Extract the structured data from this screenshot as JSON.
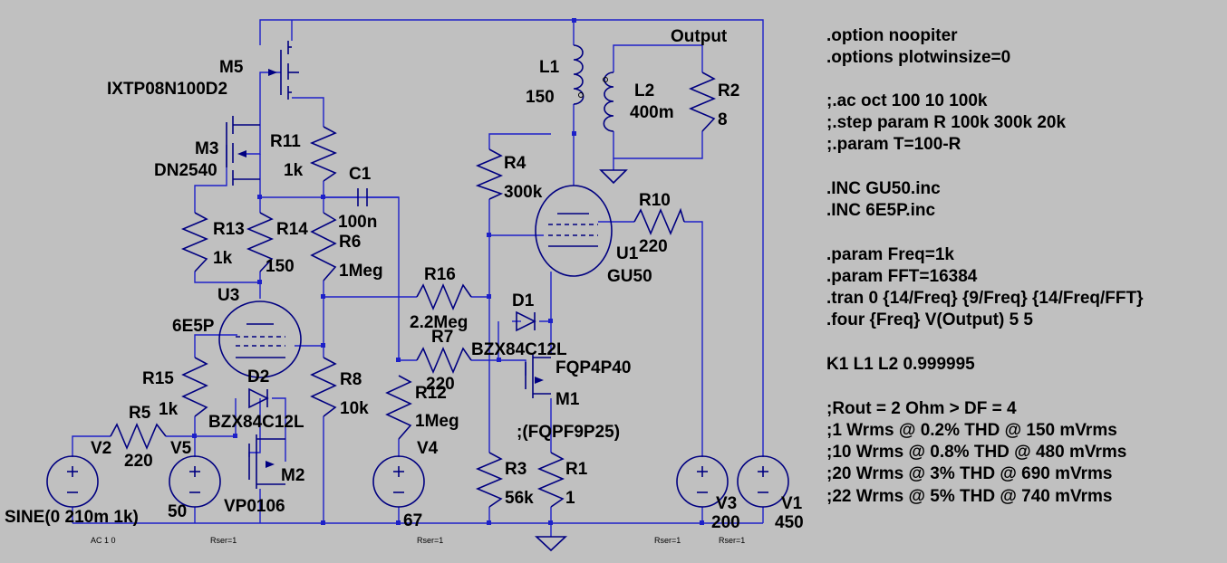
{
  "labels": {
    "output": "Output",
    "m5_name": "M5",
    "m5_value": "IXTP08N100D2",
    "m3_name": "M3",
    "m3_value": "DN2540",
    "r11_name": "R11",
    "r11_value": "1k",
    "c1_name": "C1",
    "c1_value": "100n",
    "r13_name": "R13",
    "r13_value": "1k",
    "r14_name": "R14",
    "r14_value": "150",
    "r6_name": "R6",
    "r6_value": "1Meg",
    "u3_name": "U3",
    "u3_value": "6E5P",
    "r16_name": "R16",
    "r16_value": "2.2Meg",
    "d1_name": "D1",
    "d1_value": "BZX84C12L",
    "r7_name": "R7",
    "r7_value": "220",
    "r15_name": "R15",
    "r15_value": "1k",
    "d2_name": "D2",
    "d2_value": "BZX84C12L",
    "r8_name": "R8",
    "r8_value": "10k",
    "r12_name": "R12",
    "r12_value": "1Meg",
    "r5_name": "R5",
    "r5_value": "220",
    "v2_name": "V2",
    "v2_value": "SINE(0 210m 1k)",
    "v2_ac": "AC 1 0",
    "v5_name": "V5",
    "v5_value": "50",
    "m2_name": "M2",
    "m2_value": "VP0106",
    "v4_name": "V4",
    "v4_value": "67",
    "l1_name": "L1",
    "l1_value": "150",
    "l2_name": "L2",
    "l2_value": "400m",
    "r2_name": "R2",
    "r2_value": "8",
    "r4_name": "R4",
    "r4_value": "300k",
    "r10_name": "R10",
    "r10_value": "220",
    "u1_name": "U1",
    "u1_value": "GU50",
    "m1_name": "M1",
    "m1_value": "FQP4P40",
    "m1_alt": ";(FQPF9P25)",
    "r3_name": "R3",
    "r3_value": "56k",
    "r1_name": "R1",
    "r1_value": "1",
    "v3_name": "V3",
    "v3_value": "200",
    "v1_name": "V1",
    "v1_value": "450",
    "rser_1": "Rser=1",
    "rser_2": "Rser=1",
    "rser_3": "Rser=1",
    "rser_4": "Rser=1"
  },
  "directives": [
    ".option noopiter",
    ".options plotwinsize=0",
    "",
    ";.ac oct 100 10 100k",
    ";.step param R 100k 300k 20k",
    ";.param T=100-R",
    "",
    ".INC GU50.inc",
    ".INC 6E5P.inc",
    "",
    ".param Freq=1k",
    ".param FFT=16384",
    ".tran 0 {14/Freq} {9/Freq} {14/Freq/FFT}",
    ".four {Freq} V(Output) 5 5",
    "",
    "K1 L1 L2 0.999995",
    "",
    ";Rout = 2 Ohm > DF = 4",
    ";1 Wrms @ 0.2% THD @ 150 mVrms",
    ";10 Wrms @ 0.8% THD @ 480 mVrms",
    ";20 Wrms @ 3% THD @  690 mVrms",
    ";22 Wrms @ 5% THD @ 740 mVrms"
  ]
}
